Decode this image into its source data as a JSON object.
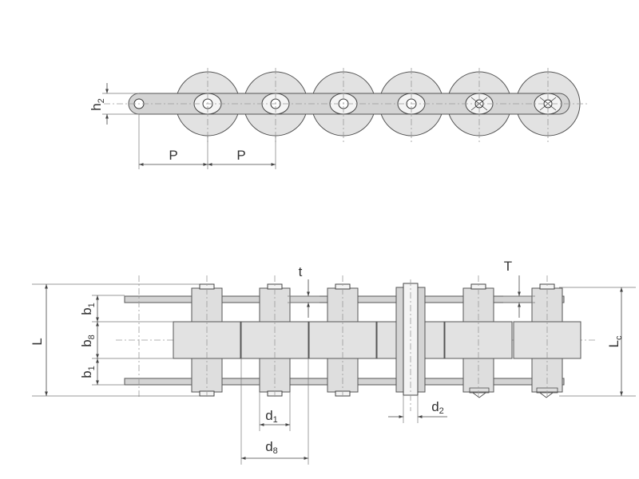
{
  "labels": {
    "h2": {
      "base": "h",
      "sub": "2"
    },
    "p1": {
      "base": "P",
      "sub": ""
    },
    "p2": {
      "base": "P",
      "sub": ""
    },
    "t": {
      "base": "t",
      "sub": ""
    },
    "T": {
      "base": "T",
      "sub": ""
    },
    "L": {
      "base": "L",
      "sub": ""
    },
    "Lc": {
      "base": "L",
      "sub": "c"
    },
    "b1_top": {
      "base": "b",
      "sub": "1"
    },
    "b8": {
      "base": "b",
      "sub": "8"
    },
    "b1_bottom": {
      "base": "b",
      "sub": "1"
    },
    "d1": {
      "base": "d",
      "sub": "1"
    },
    "d2": {
      "base": "d",
      "sub": "2"
    },
    "d8": {
      "base": "d",
      "sub": "8"
    }
  }
}
